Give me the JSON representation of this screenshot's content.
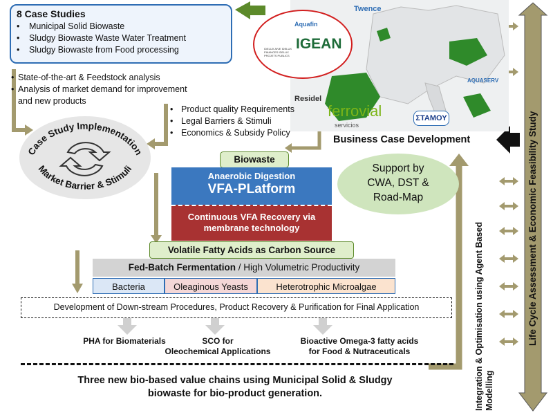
{
  "case_studies": {
    "title": "8 Case Studies",
    "items": [
      "Municipal Solid Biowaste",
      "Sludgy Biowaste  Waste Water Treatment",
      "Sludgy Biowaste from Food processing"
    ]
  },
  "analysis_items": [
    "State-of-the-art  & Feedstock analysis",
    "Analysis of market demand for improvement",
    "and new products"
  ],
  "requirements_items": [
    "Product quality Requirements",
    "Legal Barriers  & Stimuli",
    "Economics & Subsidy Policy"
  ],
  "cycle": {
    "top_text": "Case Study Implementation",
    "bottom_text": "Market Barrier & Stimuli"
  },
  "process": {
    "biowaste": "Biowaste",
    "ad_title": "Anaerobic Digestion",
    "ad_platform": "VFA-PLatform",
    "recovery_line1": "Continuous VFA Recovery via",
    "recovery_line2": "membrane technology",
    "vfa_carbon": "Volatile Fatty Acids as Carbon Source",
    "fed_batch_bold": "Fed-Batch Fermentation",
    "fed_batch_rest": " / High Volumetric Productivity",
    "organisms": [
      "Bacteria",
      "Oleaginous Yeasts",
      "Heterotrophic Microalgae"
    ],
    "downstream": "Development  of  Down-stream  Procedures,  Product Recovery & Purification for Final Application"
  },
  "products": [
    {
      "line1": "PHA for Biomaterials",
      "line2": ""
    },
    {
      "line1": "SCO for",
      "line2": "Oleochemical Applications"
    },
    {
      "line1": "Bioactive Omega-3 fatty acids",
      "line2": "for Food & Nutraceuticals"
    }
  ],
  "conclusion": {
    "line1": "Three new bio-based value chains using Municipal Solid & Sludgy",
    "line2": "biowaste for bio-product generation."
  },
  "business_case": "Business Case Development",
  "support": {
    "line1": "Support by",
    "line2": "CWA, DST &",
    "line3": "Road-Map"
  },
  "vertical_left": {
    "line1": "Integration & Optimisation  using Agent Based",
    "line2": "Modelling"
  },
  "vertical_right": "Life Cycle Assessment & Economic Feasibility Study",
  "logos": {
    "twence": "Twence",
    "aquafin": "Aquafin",
    "igean": "IGEAN",
    "igean_small": "IDELUX AIVE IDELUX FINANCES IDELUX PROJETS PUBLICS",
    "aquaserv": "AQUASERV",
    "residel": "Residel",
    "ferrovial": "ferrovial",
    "ferrovial_sub": "servicios",
    "stamoy": "ΣΤΑΜΟΥ"
  },
  "colors": {
    "blue": "#3b78bf",
    "red": "#a83232",
    "green_light": "#dfeecb",
    "olive": "#a39a6e",
    "gray_arrow": "#d0d0d0",
    "map_green": "#2f8a2a"
  }
}
